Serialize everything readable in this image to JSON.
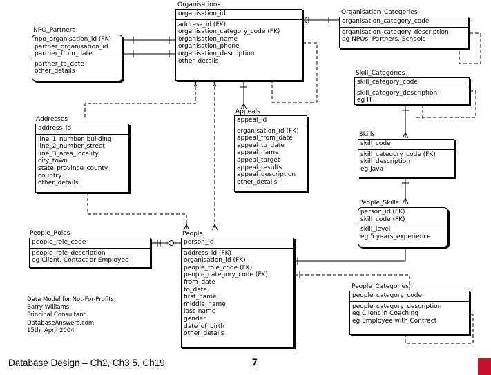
{
  "entities": {
    "organisations": {
      "title": "Organisations",
      "pk": "organisation_id",
      "attrs": [
        "address_id (FK)",
        "organisation_category_code (FK)",
        "organisation_name",
        "organisation_phone",
        "organisation_description",
        "other_details"
      ]
    },
    "organisation_categories": {
      "title": "Organisation_Categories",
      "pk": "organisation_category_code",
      "attrs": [
        "organisation_category_description",
        "eg NPOs, Partners, Schools"
      ]
    },
    "npo_partners": {
      "title": "NPO_Partners",
      "pk_lines": [
        "npo_organisation_id (FK)",
        "partner_organisation_id",
        "partner_from_date"
      ],
      "attrs": [
        "partner_to_date",
        "other_details"
      ]
    },
    "skill_categories": {
      "title": "Skill_Categories",
      "pk": "skill_category_code",
      "attrs": [
        "skill_category_description",
        "eg IT"
      ]
    },
    "addresses": {
      "title": "Addresses",
      "pk": "address_id",
      "attrs": [
        "line_1_number_building",
        "line_2_number_street",
        "line_3_area_locality",
        "city_town",
        "state_province_county",
        "country",
        "other_details"
      ]
    },
    "appeals": {
      "title": "Appeals",
      "pk": "appeal_id",
      "attrs": [
        "organisation_id (FK)",
        "appeal_from_date",
        "appeal_to_date",
        "appeal_name",
        "appeal_target",
        "appeal_results",
        "appeal_description",
        "other_details"
      ]
    },
    "skills": {
      "title": "Skills",
      "pk": "skill_code",
      "attrs": [
        "skill_category_code (FK)",
        "skill_description",
        "eg Java"
      ]
    },
    "people_skills": {
      "title": "People_Skills",
      "pk_lines": [
        "person_id (FK)",
        "skill_code (FK)"
      ],
      "attrs": [
        "skill_level",
        "eg 5 years_experience"
      ]
    },
    "people_roles": {
      "title": "People_Roles",
      "pk": "people_role_code",
      "attrs": [
        "people_role_description",
        "eg Client, Contact or Employee"
      ]
    },
    "people": {
      "title": "People",
      "pk": "person_id",
      "attrs": [
        "address_id (FK)",
        "organisation_id (FK)",
        "people_role_code (FK)",
        "people_category_code (FK)",
        "from_date",
        "to_date",
        "first_name",
        "middle_name",
        "last_name",
        "gender",
        "date_of_birth",
        "other_details"
      ]
    },
    "people_categories": {
      "title": "People_Categories",
      "pk": "people_category_code",
      "attrs": [
        "people_category_description",
        "eg Client in Coaching",
        "eg Employee with Contract"
      ]
    }
  },
  "notes": [
    "Data Model for Not-For-Profits",
    "Barry Williams",
    "Principal Consultant",
    "DatabaseAnswers.com",
    "15th. April 2004"
  ],
  "footer": {
    "left": "Database Design – Ch2, Ch3.5, Ch19",
    "page": "7"
  },
  "colors": {
    "lines": "#000000",
    "logo": "#c8102e"
  }
}
